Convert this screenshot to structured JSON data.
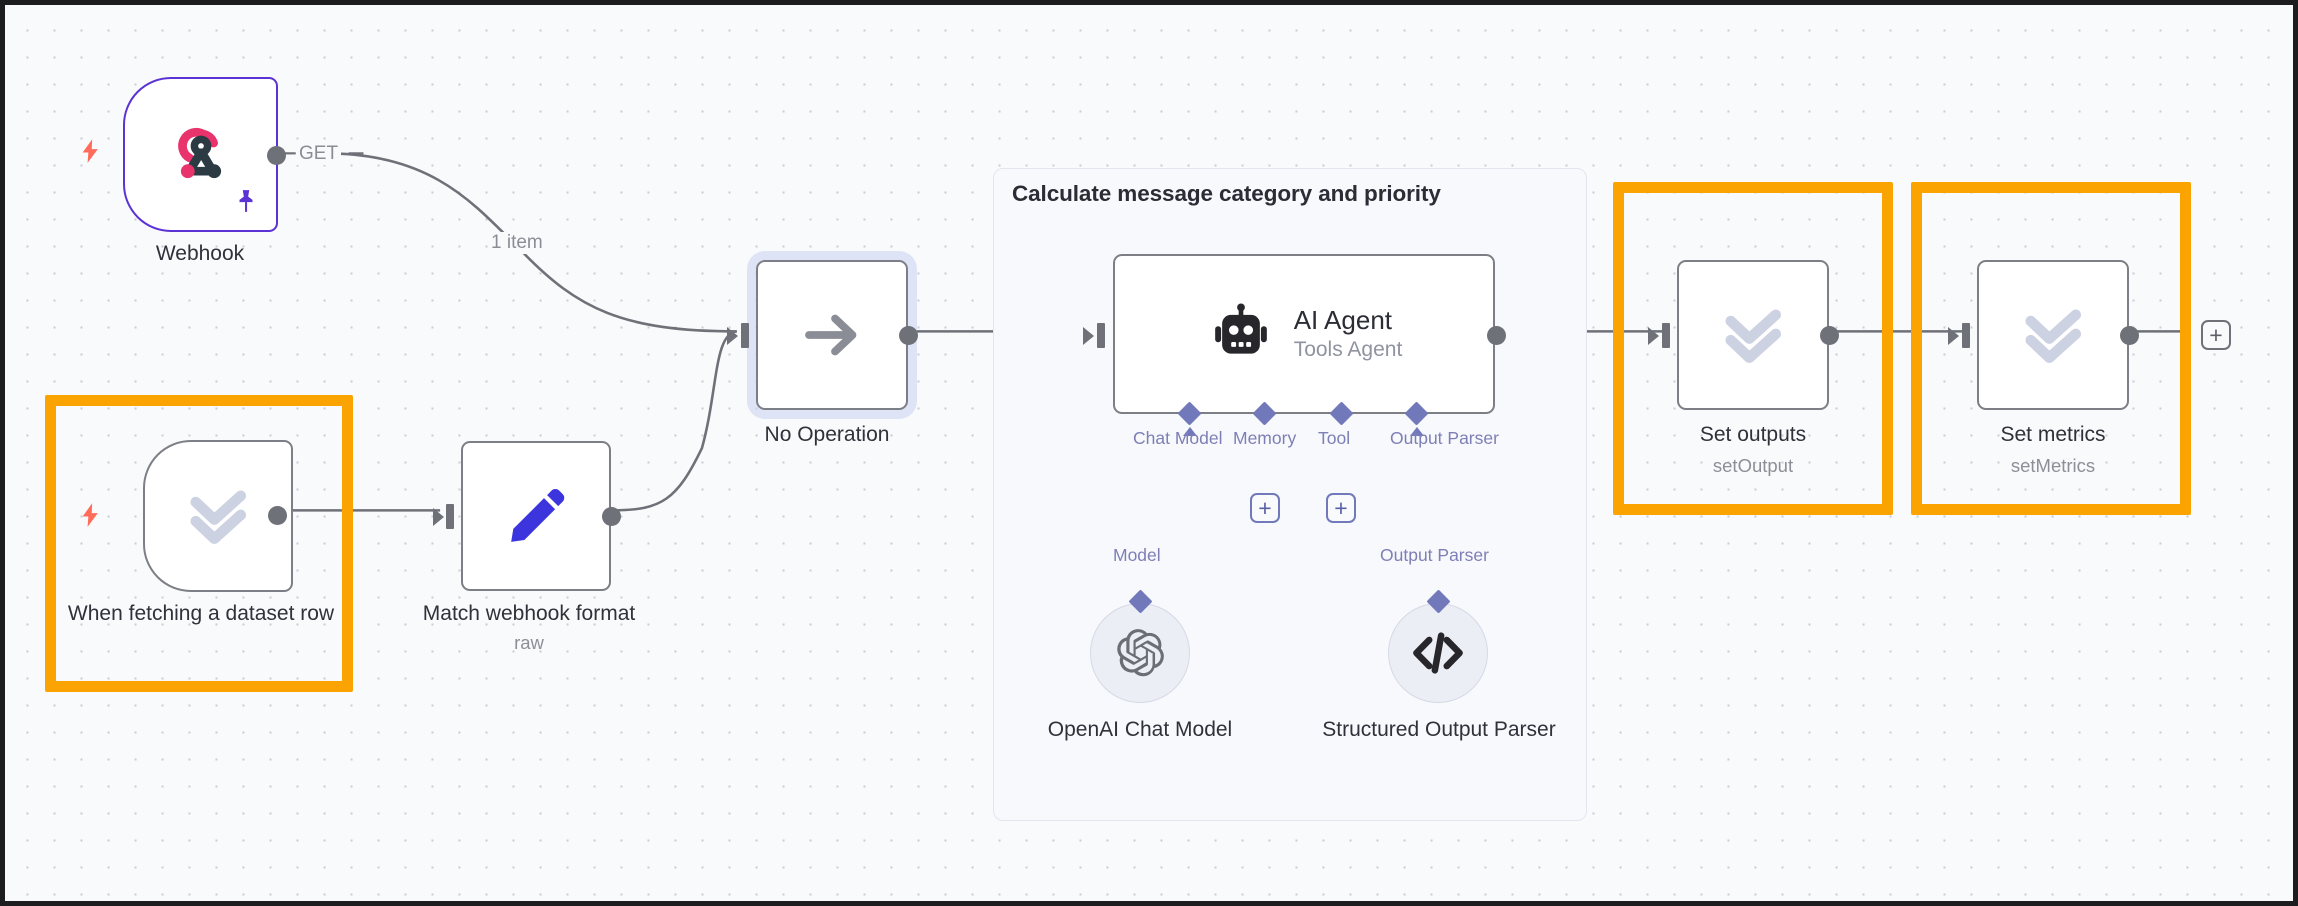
{
  "app": {
    "name": "n8n workflow canvas",
    "canvas_background": "#f9fafb",
    "highlight_color": "#fba300",
    "accent_purple": "#7279bb",
    "trigger_bolt_color": "#ff6d5a"
  },
  "nodes": [
    {
      "id": "webhook",
      "label": "Webhook",
      "sublabel": "",
      "icon": "webhook-icon",
      "type": "trigger",
      "accent": "#5b33d4",
      "pinned": true,
      "highlighted": false,
      "output_port_label": "GET"
    },
    {
      "id": "when-fetching-a-dataset-row",
      "label": "When fetching a dataset row",
      "sublabel": "",
      "icon": "double-chevron-down-icon",
      "type": "trigger",
      "highlighted": true
    },
    {
      "id": "match-webhook-format",
      "label": "Match webhook format",
      "sublabel": "raw",
      "icon": "pencil-icon",
      "type": "action",
      "highlighted": false
    },
    {
      "id": "no-operation",
      "label": "No Operation",
      "sublabel": "",
      "icon": "arrow-right-icon",
      "type": "action",
      "selected": true,
      "highlighted": false
    },
    {
      "id": "ai-agent",
      "label": "AI Agent",
      "sublabel": "Tools Agent",
      "icon": "robot-icon",
      "type": "agent",
      "highlighted": false
    },
    {
      "id": "set-outputs",
      "label": "Set outputs",
      "sublabel": "setOutput",
      "icon": "double-chevron-down-icon",
      "type": "action",
      "highlighted": true
    },
    {
      "id": "set-metrics",
      "label": "Set metrics",
      "sublabel": "setMetrics",
      "icon": "double-chevron-down-icon",
      "type": "action",
      "highlighted": true
    },
    {
      "id": "openai-chat-model",
      "label": "OpenAI Chat Model",
      "sublabel": "",
      "icon": "openai-icon",
      "type": "sub-node"
    },
    {
      "id": "structured-output-parser",
      "label": "Structured Output Parser",
      "sublabel": "",
      "icon": "code-brackets-icon",
      "type": "sub-node"
    }
  ],
  "group": {
    "title": "Calculate message category and priority"
  },
  "agent_ports": [
    {
      "id": "chat-model",
      "label": "Chat Model",
      "has_plus": false,
      "connected_to": "openai-chat-model"
    },
    {
      "id": "memory",
      "label": "Memory",
      "has_plus": true,
      "connected_to": null
    },
    {
      "id": "tool",
      "label": "Tool",
      "has_plus": true,
      "connected_to": null
    },
    {
      "id": "output-parser",
      "label": "Output Parser",
      "has_plus": false,
      "connected_to": "structured-output-parser"
    }
  ],
  "sub_connection_labels": {
    "model": "Model",
    "output_parser": "Output Parser"
  },
  "connection_labels": {
    "webhook_out": "GET",
    "webhook_to_noop": "1 item"
  },
  "buttons": {
    "add_node": "+",
    "add_memory": "+",
    "add_tool": "+"
  }
}
